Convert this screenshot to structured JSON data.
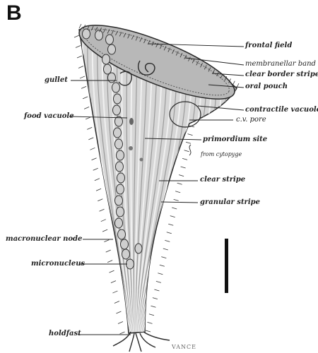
{
  "panel_letter": "B",
  "labels": {
    "frontal_field": "frontal field",
    "membranellar_band": "membranellar band",
    "clear_border_stripe": "clear border stripe",
    "oral_pouch": "oral pouch",
    "contractile_vacuole": "contractile vacuole",
    "cv_pore": "c.v. pore",
    "primordium_site": "primordium site",
    "from_cytopyge": "from cytopyge",
    "clear_stripe": "clear stripe",
    "granular_stripe": "granular stripe",
    "gullet": "gullet",
    "food_vacuole": "food vacuole",
    "macronuclear_node": "macronuclear node",
    "micronucleus": "micronucleus",
    "holdfast": "holdfast"
  },
  "signature": "VANCE",
  "colors": {
    "ink": "#2a2a2a",
    "body_fill": "#d6d6d6",
    "stripe": "#9a9a9a",
    "scale_bar": "#111111"
  }
}
